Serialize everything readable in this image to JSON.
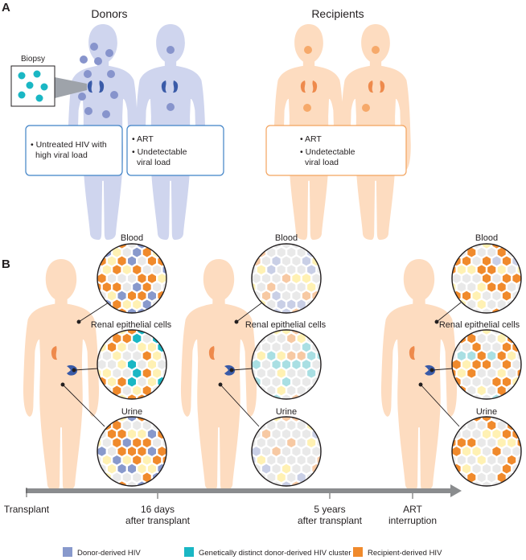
{
  "panel_a": {
    "letter": "A",
    "donors_title": "Donors",
    "recipients_title": "Recipients",
    "biopsy_label": "Biopsy",
    "donor1_box": [
      "• Untreated HIV with",
      "high viral load"
    ],
    "donor2_box": [
      "• ART",
      "• Undetectable",
      "viral load"
    ],
    "recipient_box": [
      "• ART",
      "• Undetectable",
      "viral load"
    ]
  },
  "panel_b": {
    "letter": "B",
    "compartments": {
      "blood": "Blood",
      "renal": "Renal epithelial cells",
      "urine": "Urine"
    }
  },
  "timeline": {
    "labels": [
      [
        "Transplant"
      ],
      [
        "16 days",
        "after transplant"
      ],
      [
        "5 years",
        "after transplant"
      ],
      [
        "ART",
        "interruption"
      ]
    ]
  },
  "legend": [
    {
      "label": "Donor-derived HIV",
      "color": "#8899cc"
    },
    {
      "label": "Genetically distinct donor-derived HIV cluster",
      "color": "#1ab7c4"
    },
    {
      "label": "Recipient-derived HIV",
      "color": "#f08a2c"
    }
  ],
  "colors": {
    "donor_body": "#cfd5ee",
    "donor_dot": "#8794cc",
    "donor_kidney": "#3a5ba8",
    "recipient_body": "#fddcc0",
    "recipient_dot": "#f6a96a",
    "recipient_kidney": "#ee8a4c",
    "donor_box": "#3f82c6",
    "recipient_box": "#f3a35e",
    "biopsy_cell": "#1ab7c4",
    "hex_grey": "#e8e8e8",
    "hex_yellow": "#fff1b3"
  }
}
